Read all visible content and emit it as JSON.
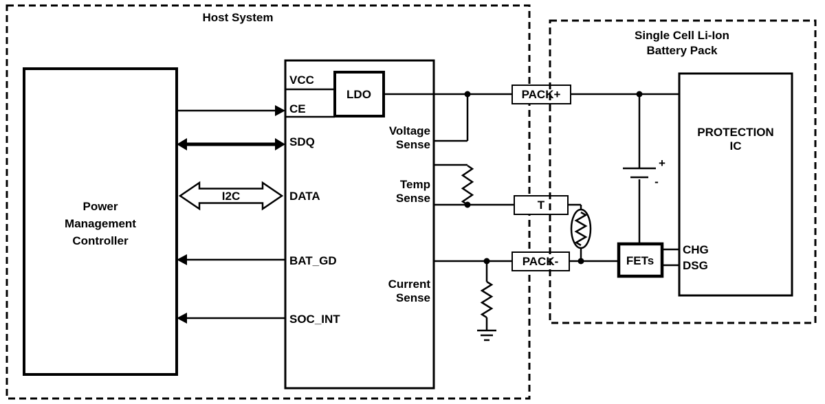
{
  "host": {
    "title": "Host System",
    "controller": {
      "line1": "Power",
      "line2": "Management",
      "line3": "Controller"
    },
    "gauge": {
      "pin_vcc": "VCC",
      "pin_ce": "CE",
      "pin_sdq": "SDQ",
      "pin_data": "DATA",
      "pin_bat_gd": "BAT_GD",
      "pin_soc_int": "SOC_INT",
      "ldo": "LDO",
      "voltage_sense_line1": "Voltage",
      "voltage_sense_line2": "Sense",
      "temp_sense_line1": "Temp",
      "temp_sense_line2": "Sense",
      "current_sense_line1": "Current",
      "current_sense_line2": "Sense"
    },
    "bus": {
      "label": "I2C"
    }
  },
  "interconnect": {
    "pack_plus": "PACK+",
    "temp_terminal": "T",
    "pack_minus": "PACK-"
  },
  "battery_pack": {
    "title_line1": "Single Cell Li-Ion",
    "title_line2": "Battery Pack",
    "protection": {
      "line1": "PROTECTION",
      "line2": "IC",
      "pin_chg": "CHG",
      "pin_dsg": "DSG"
    },
    "fets": "FETs",
    "cell": {
      "plus": "+",
      "minus": "-"
    }
  },
  "colors": {
    "line": "#000000",
    "background": "#ffffff"
  }
}
